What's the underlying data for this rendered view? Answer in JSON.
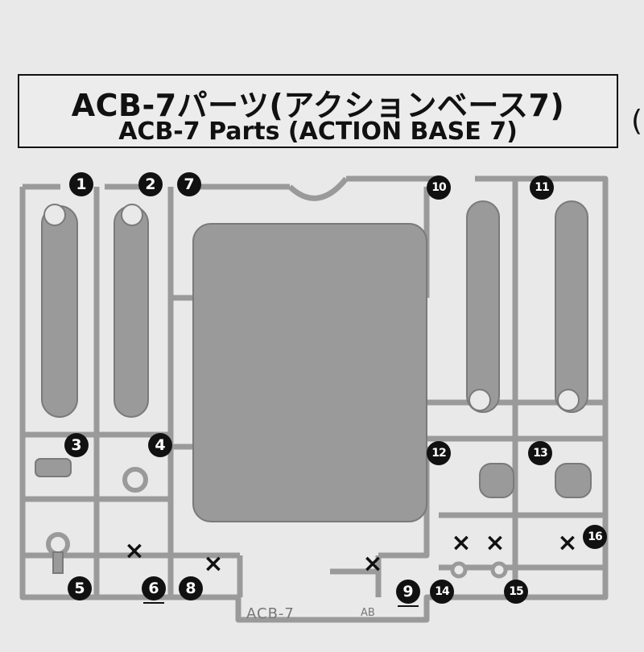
{
  "title": {
    "japanese": "ACB-7パーツ(アクションベース7)",
    "english": "ACB-7 Parts (ACTION BASE 7)"
  },
  "edge_fragment": "(",
  "runner": {
    "label": "ACB-7",
    "sub_label": "AB"
  },
  "parts": [
    {
      "n": "1"
    },
    {
      "n": "2"
    },
    {
      "n": "7"
    },
    {
      "n": "10"
    },
    {
      "n": "11"
    },
    {
      "n": "3"
    },
    {
      "n": "4"
    },
    {
      "n": "12"
    },
    {
      "n": "13"
    },
    {
      "n": "5"
    },
    {
      "n": "6"
    },
    {
      "n": "8"
    },
    {
      "n": "9"
    },
    {
      "n": "14"
    },
    {
      "n": "15"
    },
    {
      "n": "16"
    }
  ],
  "unused_mark": "×",
  "colors": {
    "plastic": "#9a9a9a",
    "background": "#e9e9e9",
    "ink": "#111111"
  }
}
